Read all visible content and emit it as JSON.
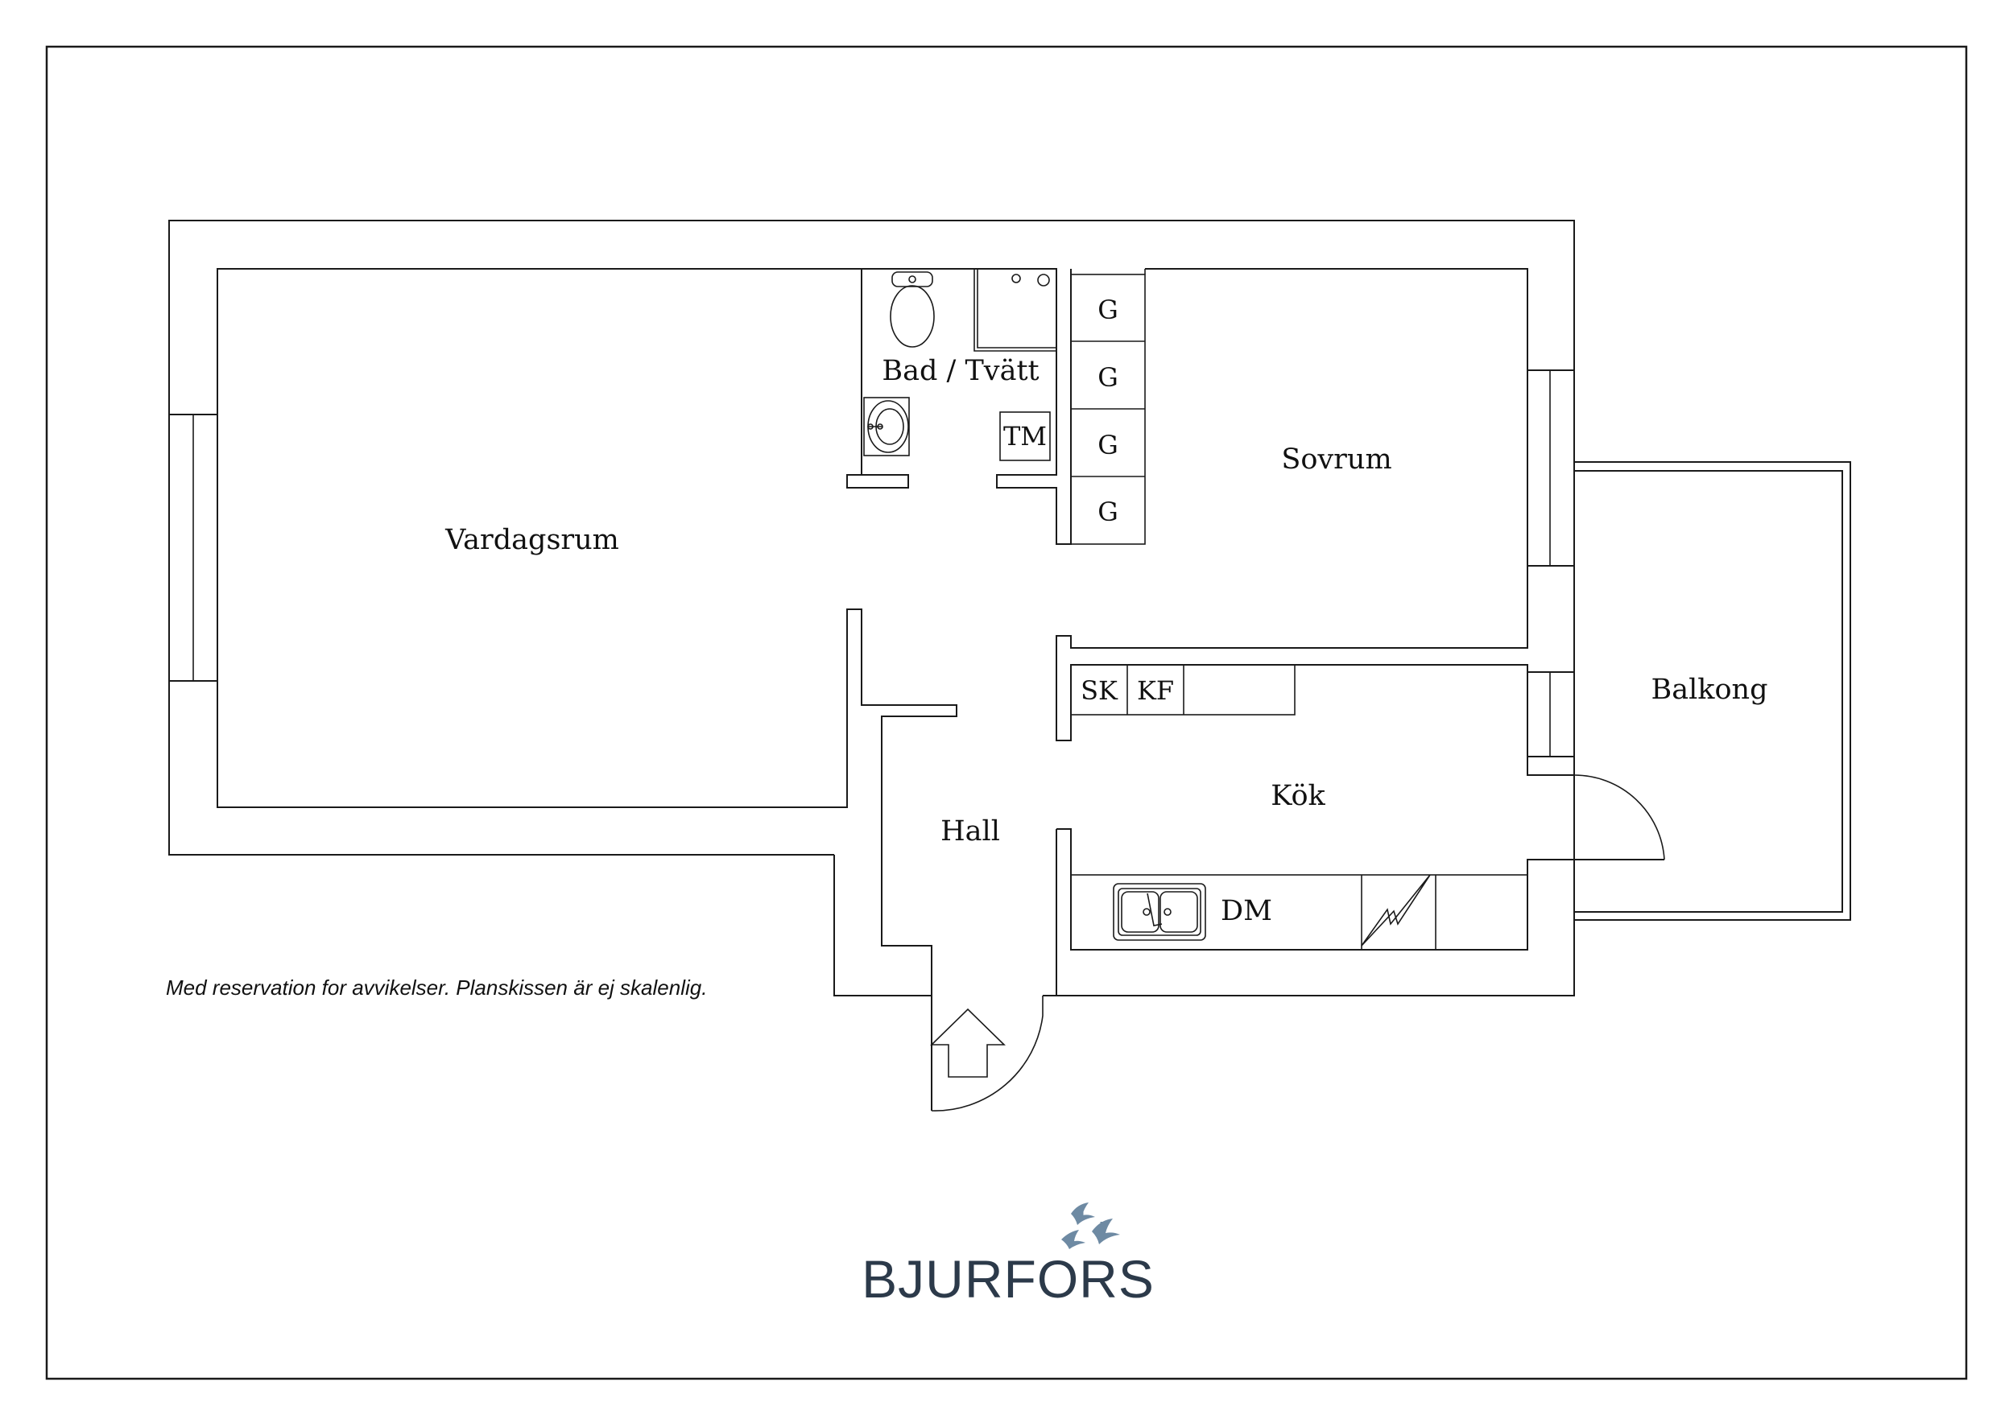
{
  "rooms": {
    "vardagsrum": "Vardagsrum",
    "bad_tvatt": "Bad / Tvätt",
    "sovrum": "Sovrum",
    "balkong": "Balkong",
    "kok": "Kök",
    "hall": "Hall"
  },
  "fixtures": {
    "wardrobe": "G",
    "washing_machine": "TM",
    "freezer": "SK",
    "fridge": "KF",
    "dishwasher": "DM"
  },
  "disclaimer": "Med reservation for avvikelser. Planskissen är ej skalenlig.",
  "brand": {
    "name": "BJURFORS",
    "color": "#2c3a4a",
    "bird_color": "#6e8aa3"
  }
}
